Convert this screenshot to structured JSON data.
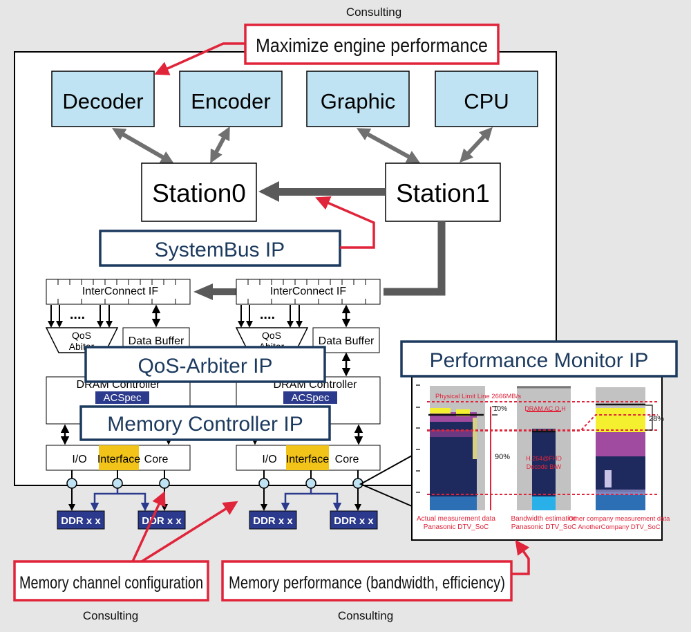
{
  "consulting": {
    "top": "Consulting",
    "bottom_left": "Consulting",
    "bottom_center": "Consulting"
  },
  "callouts": {
    "engine": "Maximize engine performance",
    "channel": "Memory channel configuration",
    "memperf": "Memory performance (bandwidth, efficiency)"
  },
  "engines": [
    "Decoder",
    "Encoder",
    "Graphic",
    "CPU"
  ],
  "stations": [
    "Station0",
    "Station1"
  ],
  "ip_labels": {
    "systembus": "SystemBus IP",
    "qos": "QoS-Arbiter IP",
    "memctrl": "Memory Controller IP",
    "perfmon": "Performance Monitor IP"
  },
  "blocks": {
    "interconnect": "InterConnect IF",
    "dots": "....",
    "qos_line1": "QoS",
    "qos_line2": "Abiter",
    "data_buffer": "Data Buffer",
    "dram_controller": "DRAM Controller",
    "acspec": "ACSpec",
    "io": "I/O",
    "interface": "Interface",
    "core": "Core",
    "ddr": "DDR x x"
  },
  "perf_chart": {
    "physical_limit": "Physical Limit Line 2666MB/s",
    "pct_10": "10%",
    "pct_90": "90%",
    "pct_28": "28%",
    "dram_ac": "DRAM AC O.H",
    "h264_1": "H.264@FHD",
    "h264_2": "Decode B/W",
    "cap1_line1": "Actual measurement data",
    "cap1_line2": "Panasonic DTV_SoC",
    "cap2_line1": "Bandwidth estimation",
    "cap2_line2": "Panasonic DTV_SoC",
    "cap3_line1": "Other company measurement data",
    "cap3_line2": "AnotherCompany DTV_SoC"
  },
  "colors": {
    "engine_fill": "#bfe3f2",
    "accent_red": "#e0243a",
    "ip_border": "#1c3a5e",
    "ip_text": "#1c3a5e",
    "interface_yellow": "#f2c318",
    "ddr_blue": "#2b3a8c",
    "acspec_blue": "#2b3a8c",
    "arrow_gray": "#707070"
  }
}
